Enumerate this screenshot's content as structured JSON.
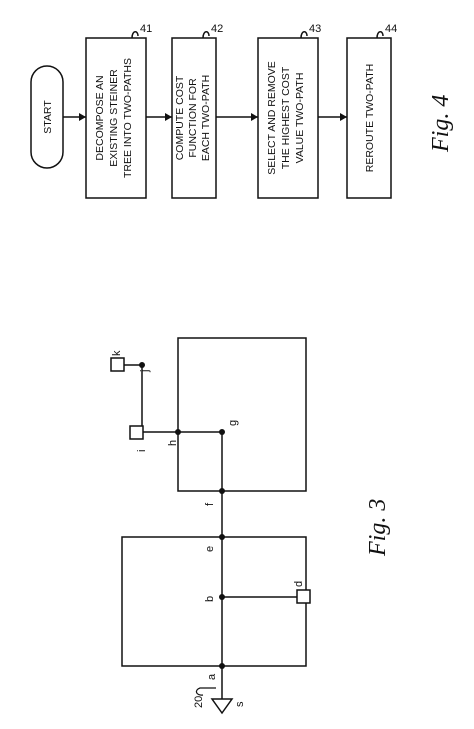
{
  "fig3": {
    "caption": "Fig.  3",
    "ref": "20",
    "nodes": {
      "a": "a",
      "b": "b",
      "e": "e",
      "f": "f",
      "g": "g",
      "h": "h",
      "i": "i",
      "j": "j",
      "k": "k",
      "d": "d",
      "s": "s"
    }
  },
  "fig4": {
    "caption": "Fig.  4",
    "start": "START",
    "steps": [
      {
        "ref": "41",
        "lines": [
          "DECOMPOSE AN",
          "EXISTING STEINER",
          "TREE INTO TWO-PATHS"
        ]
      },
      {
        "ref": "42",
        "lines": [
          "COMPUTE COST",
          "FUNCTION FOR",
          "EACH TWO-PATH"
        ]
      },
      {
        "ref": "43",
        "lines": [
          "SELECT AND REMOVE",
          "THE HIGHEST COST",
          "VALUE TWO-PATH"
        ]
      },
      {
        "ref": "44",
        "lines": [
          "REROUTE TWO-PATH"
        ]
      }
    ]
  }
}
